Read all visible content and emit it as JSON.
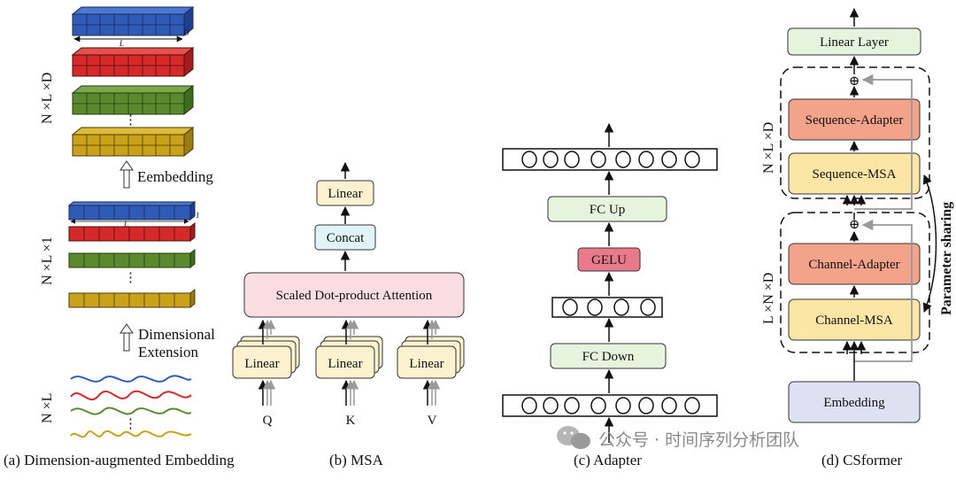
{
  "panel_a": {
    "caption": "(a) Dimension-augmented Embedding",
    "label_nld": "N ×L ×D",
    "label_nl1": "N ×L ×1",
    "label_nl": "N ×L",
    "embedding_arrow_label": "Eembedding",
    "extension_label_1": "Dimensional",
    "extension_label_2": "Extension",
    "dim_L": "L",
    "dim_D": "D",
    "dim_1": "1",
    "ellipsis": "⋮",
    "colors": {
      "blue": "#2f5bb7",
      "red": "#d62a2a",
      "green": "#5b8a2e",
      "gold": "#c9a21a"
    }
  },
  "panel_b": {
    "caption": "(b) MSA",
    "linear_top": "Linear",
    "concat": "Concat",
    "attention": "Scaled Dot-product Attention",
    "linear_label": "Linear",
    "inputs": [
      "Q",
      "K",
      "V"
    ]
  },
  "panel_c": {
    "caption": "(c) Adapter",
    "fc_up": "FC Up",
    "gelu": "GELU",
    "fc_down": "FC Down"
  },
  "panel_d": {
    "caption": "(d) CSformer",
    "linear_layer": "Linear Layer",
    "sequence_adapter": "Sequence-Adapter",
    "sequence_msa": "Sequence-MSA",
    "channel_adapter": "Channel-Adapter",
    "channel_msa": "Channel-MSA",
    "embedding": "Embedding",
    "label_top": "N ×L ×D",
    "label_bottom": "L ×N ×D",
    "parameter_sharing": "Parameter sharing",
    "plus": "⊕"
  },
  "watermark": "公众号 · 时间序列分析团队",
  "colors": {
    "cream": "#fdf2d0",
    "cyan": "#dff4f6",
    "pink": "#f9dde3",
    "mint": "#e6f4de",
    "gelu": "#e97a8c",
    "adapter": "#f2a389",
    "msa": "#fbe6a6",
    "lavender": "#dde1f1"
  }
}
